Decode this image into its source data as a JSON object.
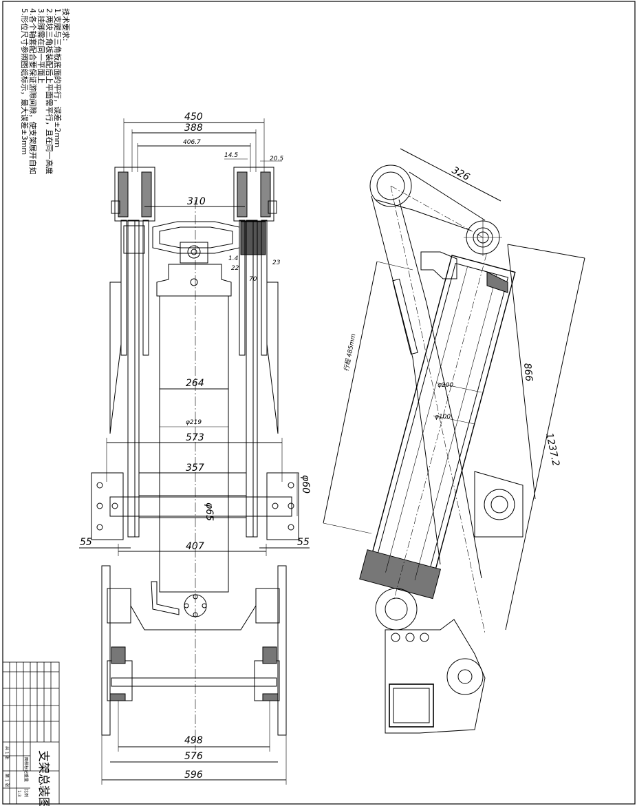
{
  "notes": {
    "heading": "技术要求:",
    "items": [
      "1.支腿与三角板底面的平行，误差±2mm",
      "2.两块三角板装配后上平面需平行，且在同一高度",
      "3.挂脚需在同一平面上",
      "4.各个轴套配合要保证游隙间隙，使支架展开自如",
      "5.形位尺寸参照图纸标示，最大误差±3mm"
    ]
  },
  "front_view": {
    "dims": {
      "d450": "450",
      "d388": "388",
      "d406_7": "406.7",
      "d14_5": "14.5",
      "d20_5": "20.5",
      "d310": "310",
      "d1_4": "1.4",
      "d22": "22",
      "d23": "23",
      "d70": "70",
      "d264": "264",
      "d219": "φ219",
      "d573": "573",
      "d357": "357",
      "d60": "φ60",
      "d65": "φ65",
      "d55_left": "55",
      "d55_right": "55",
      "d407": "407",
      "d498": "498",
      "d576": "576",
      "d596": "596"
    }
  },
  "side_view": {
    "dims": {
      "d326": "326",
      "d866": "866",
      "d1237_2": "1237.2",
      "d200": "φ200",
      "d100": "φ100",
      "stroke": "行程 485mm"
    }
  },
  "title_block": {
    "title": "支架总装图",
    "scale": "1:3",
    "material_label": "图样标记",
    "weight_label": "重量",
    "scale_label": "比例",
    "sheet_label": "共 1 张",
    "sheet_no": "第 1 张"
  }
}
